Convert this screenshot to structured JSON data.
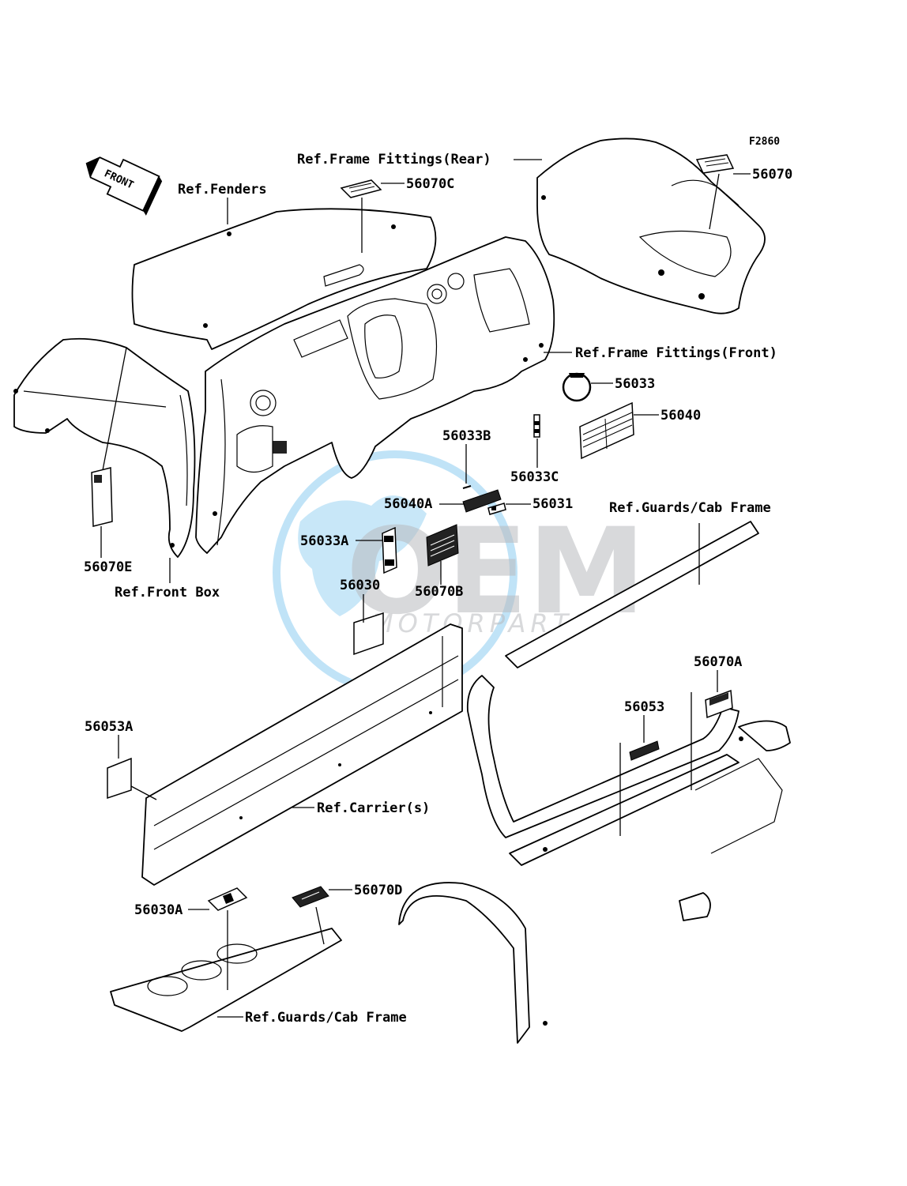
{
  "diagram_code": "F2860",
  "front_indicator": "FRONT",
  "watermark": {
    "brand": "OEM",
    "sub": "MOTORPARTS",
    "globe_color": "#4ab0e8",
    "text_color": "#b9bbbe"
  },
  "references": {
    "fenders": "Ref.Fenders",
    "frame_fittings_rear": "Ref.Frame Fittings(Rear)",
    "frame_fittings_front": "Ref.Frame Fittings(Front)",
    "guards_cab_frame_upper": "Ref.Guards/Cab Frame",
    "front_box": "Ref.Front Box",
    "carriers": "Ref.Carrier(s)",
    "guards_cab_frame_lower": "Ref.Guards/Cab Frame"
  },
  "parts": {
    "p56070": "56070",
    "p56070C": "56070C",
    "p56033": "56033",
    "p56040": "56040",
    "p56033B": "56033B",
    "p56033C": "56033C",
    "p56040A": "56040A",
    "p56031": "56031",
    "p56033A": "56033A",
    "p56070B": "56070B",
    "p56030": "56030",
    "p56070E": "56070E",
    "p56070A": "56070A",
    "p56053": "56053",
    "p56053A": "56053A",
    "p56030A": "56030A",
    "p56070D": "56070D"
  }
}
